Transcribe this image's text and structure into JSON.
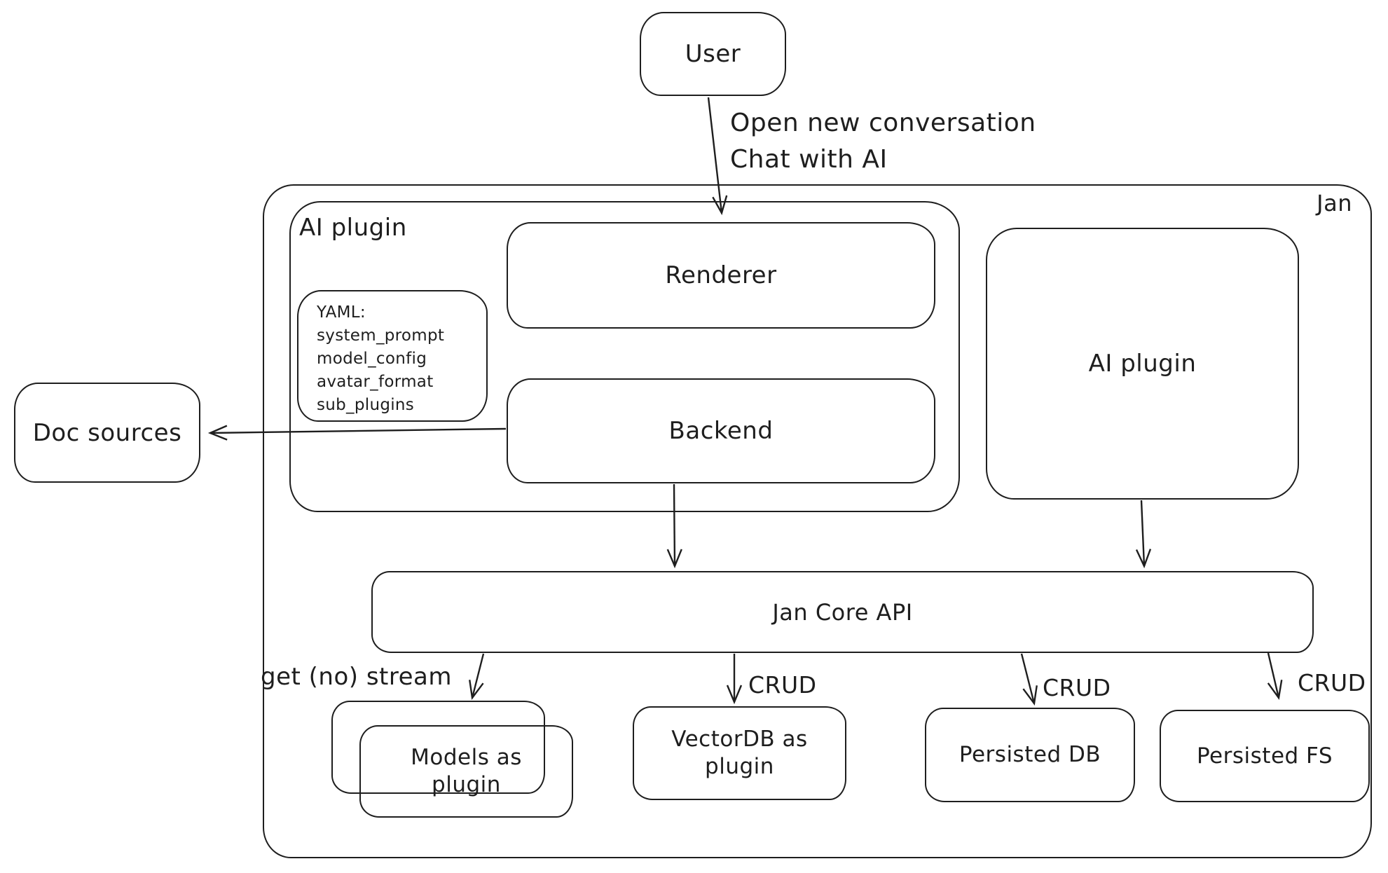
{
  "diagram": {
    "nodes": {
      "user": {
        "label": "User"
      },
      "jan": {
        "label": "Jan"
      },
      "ai_plugin_left": {
        "label": "AI plugin"
      },
      "renderer": {
        "label": "Renderer"
      },
      "backend": {
        "label": "Backend"
      },
      "yaml_note": {
        "title": "YAML:",
        "lines": [
          "system_prompt",
          "model_config",
          "avatar_format",
          "sub_plugins"
        ]
      },
      "ai_plugin_right": {
        "label": "AI plugin"
      },
      "doc_sources": {
        "label": "Doc sources"
      },
      "jan_core_api": {
        "label": "Jan Core API"
      },
      "models_as_plugin": {
        "label": "Models as plugin"
      },
      "vectordb_as_plugin": {
        "label": "VectorDB as plugin"
      },
      "persisted_db": {
        "label": "Persisted DB"
      },
      "persisted_fs": {
        "label": "Persisted FS"
      }
    },
    "edge_labels": {
      "user_to_renderer_line1": "Open new conversation",
      "user_to_renderer_line2": "Chat with AI",
      "api_to_models": "get (no) stream",
      "api_to_vectordb": "CRUD",
      "api_to_persisted_db": "CRUD",
      "api_to_persisted_fs": "CRUD"
    },
    "colors": {
      "stroke": "#1e1e1e",
      "background": "#ffffff"
    }
  }
}
